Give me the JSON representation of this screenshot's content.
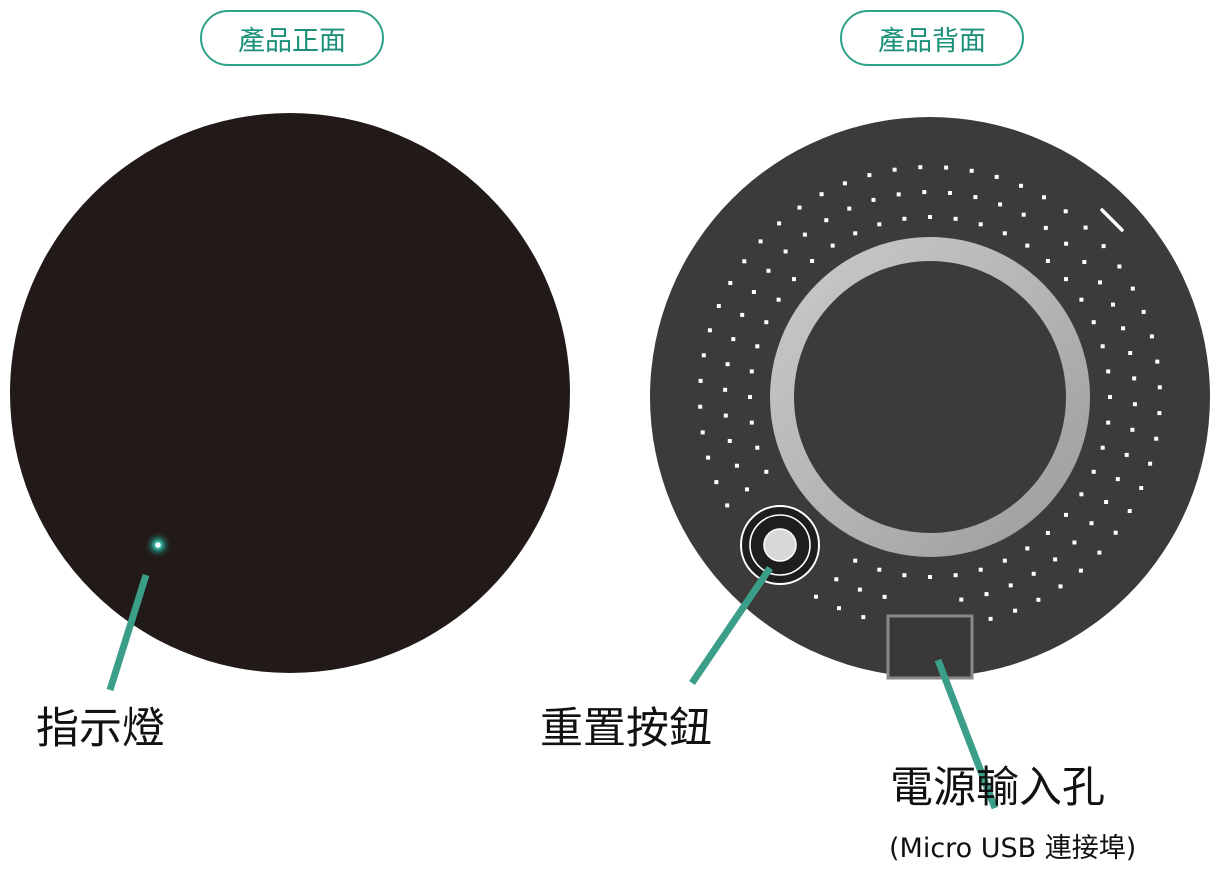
{
  "views": {
    "front_label": "產品正面",
    "back_label": "產品背面"
  },
  "callouts": {
    "indicator": "指示燈",
    "reset_button": "重置按鈕",
    "power_input": "電源輸入孔",
    "port_note": "(Micro USB 連接埠)"
  },
  "colors": {
    "accent": "#2fa28a",
    "leader_line": "#3a9e88",
    "front_body": "#221a18",
    "back_body": "#3d3a3a",
    "led_glow": "#36c9b4",
    "ring": "#b9b9b9"
  }
}
